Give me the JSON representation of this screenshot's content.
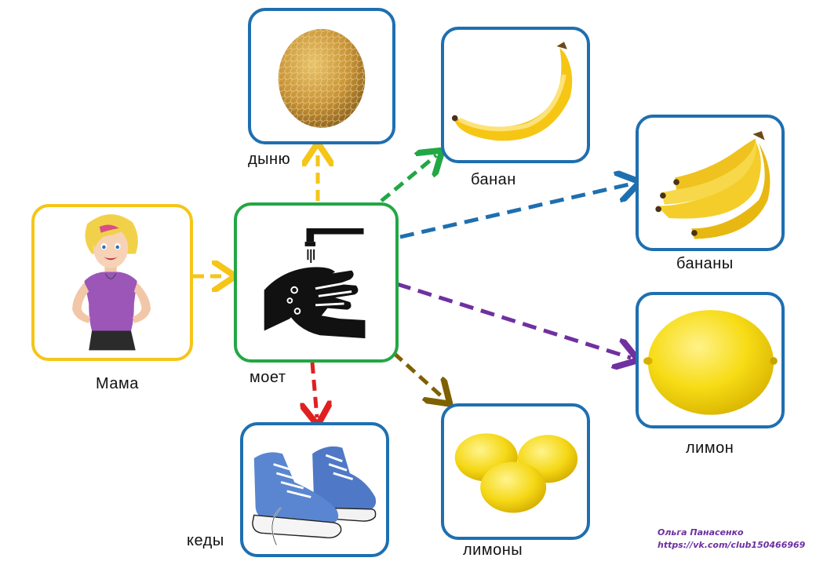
{
  "nodes": {
    "mama": {
      "label": "Мама",
      "icon": "woman-icon"
    },
    "washes": {
      "label": "моет",
      "icon": "hand-washing-icon"
    },
    "melon": {
      "label": "дыню",
      "icon": "melon-icon"
    },
    "banana": {
      "label": "банан",
      "icon": "banana-icon"
    },
    "bananas": {
      "label": "бананы",
      "icon": "banana-bunch-icon"
    },
    "lemon": {
      "label": "лимон",
      "icon": "lemon-icon"
    },
    "lemons": {
      "label": "лимоны",
      "icon": "lemons-icon"
    },
    "sneakers": {
      "label": "кеды",
      "icon": "sneakers-icon"
    }
  },
  "credit": {
    "author": "Ольга Панасенко",
    "link": "https://vk.com/club150466969"
  },
  "colors": {
    "card_border": "#1e6fb0",
    "mama_border": "#f5c518",
    "verb_border": "#22a745",
    "arrow_melon": "#f5c518",
    "arrow_banana": "#22a745",
    "arrow_bananas": "#1e6fb0",
    "arrow_lemon": "#7030a0",
    "arrow_lemons": "#7f6000",
    "arrow_sneakers": "#e02020"
  }
}
